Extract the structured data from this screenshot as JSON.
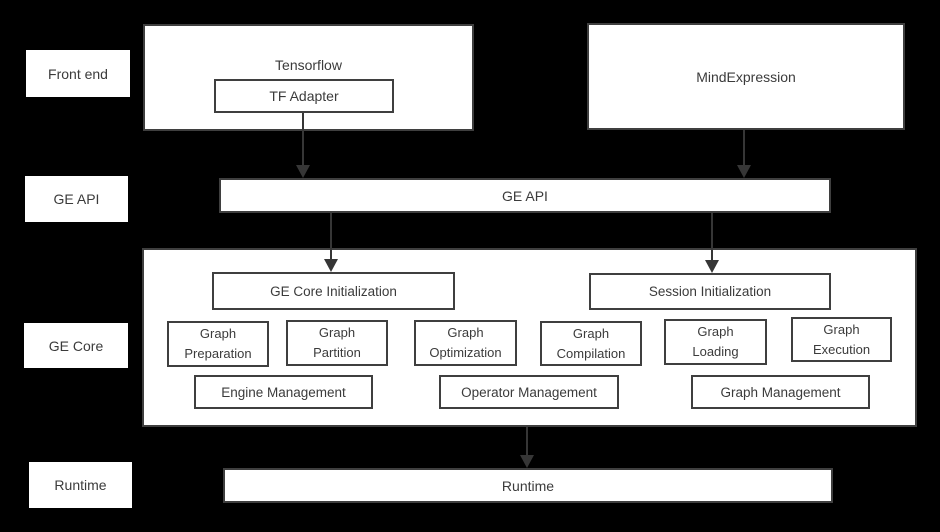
{
  "colors": {
    "background": "#000000",
    "box_fill": "#ffffff",
    "box_border": "#3f3f3f",
    "text": "#3b3b3b",
    "arrow": "#363636"
  },
  "row_labels": [
    {
      "label": "Front end"
    },
    {
      "label": "GE API"
    },
    {
      "label": "GE Core"
    },
    {
      "label": "Runtime"
    }
  ],
  "front_end": {
    "tensorflow_title": "Tensorflow",
    "tf_adapter_label": "TF Adapter",
    "mindexpression_title": "MindExpression"
  },
  "ge_api": {
    "label": "GE API"
  },
  "ge_core": {
    "ge_core_init_label": "GE Core Initialization",
    "session_init_label": "Session Initialization",
    "stages": [
      {
        "label": "Graph\nPreparation"
      },
      {
        "label": "Graph\nPartition"
      },
      {
        "label": "Graph\nOptimization"
      },
      {
        "label": "Graph\nCompilation"
      },
      {
        "label": "Graph\nLoading"
      },
      {
        "label": "Graph\nExecution"
      }
    ],
    "management": [
      {
        "label": "Engine Management"
      },
      {
        "label": "Operator Management"
      },
      {
        "label": "Graph Management"
      }
    ]
  },
  "runtime": {
    "label": "Runtime"
  }
}
